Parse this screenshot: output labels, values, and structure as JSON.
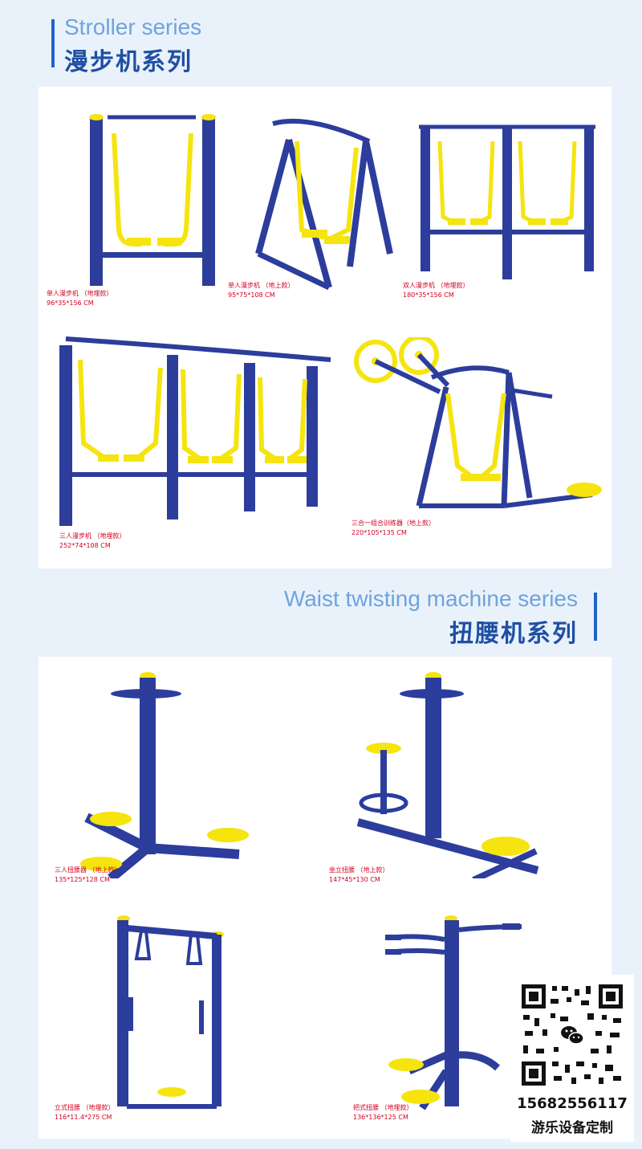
{
  "colors": {
    "frame_blue": "#2c3d9c",
    "accent_yellow": "#f5e40e",
    "title_blue": "#1f4fa3",
    "caption_red": "#d2001e"
  },
  "stroller_section": {
    "title_en": "Stroller series",
    "title_cn": "漫步机系列",
    "items": [
      {
        "name": "单人漫步机 （地埋款）",
        "size": "96*35*156 CM"
      },
      {
        "name": "单人漫步机 （地上款）",
        "size": "95*75*108 CM"
      },
      {
        "name": "双人漫步机 （地埋款）",
        "size": "180*35*156 CM"
      },
      {
        "name": "三人漫步机 （地埋款）",
        "size": "252*74*108 CM"
      },
      {
        "name": "三合一组合训练器（地上款）",
        "size": "220*105*135 CM"
      }
    ]
  },
  "waist_section": {
    "title_en": "Waist twisting machine series",
    "title_cn": "扭腰机系列",
    "items": [
      {
        "name": "三人扭腰器 （地上款）",
        "size": "135*125*128 CM"
      },
      {
        "name": "坐立扭腰    （地上款）",
        "size": "147*45*130 CM"
      },
      {
        "name": "立式扭腰    （地埋款）",
        "size": "116*11.4*275 CM"
      },
      {
        "name": "把式扭腰    （地埋款）",
        "size": "136*136*125 CM"
      }
    ]
  },
  "contact": {
    "qr_icon": "wechat-icon",
    "phone": "15682556117",
    "slogan": "游乐设备定制"
  }
}
